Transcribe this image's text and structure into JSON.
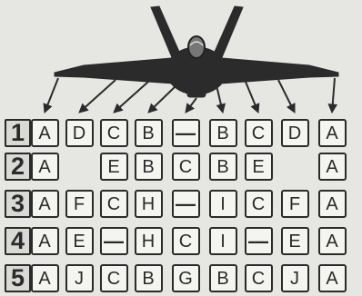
{
  "puzzle": {
    "rows": [
      {
        "label": "1",
        "cells": [
          "A",
          "D",
          "C",
          "B",
          "—",
          "B",
          "C",
          "D",
          "A"
        ]
      },
      {
        "label": "2",
        "cells": [
          "A",
          "",
          "E",
          "B",
          "C",
          "B",
          "E",
          "",
          "A"
        ]
      },
      {
        "label": "3",
        "cells": [
          "A",
          "F",
          "C",
          "H",
          "—",
          "I",
          "C",
          "F",
          "A"
        ]
      },
      {
        "label": "4",
        "cells": [
          "A",
          "E",
          "—",
          "H",
          "C",
          "I",
          "—",
          "E",
          "A"
        ]
      },
      {
        "label": "5",
        "cells": [
          "A",
          "J",
          "C",
          "B",
          "G",
          "B",
          "C",
          "J",
          "A"
        ]
      }
    ]
  },
  "colors": {
    "ink": "#2a2a2a",
    "background": "#e6e6e3",
    "cell_fill": "#f4f4f1"
  },
  "icons": {
    "aircraft": "fighter-jet-icon",
    "pointer": "arrow-down-icon"
  }
}
